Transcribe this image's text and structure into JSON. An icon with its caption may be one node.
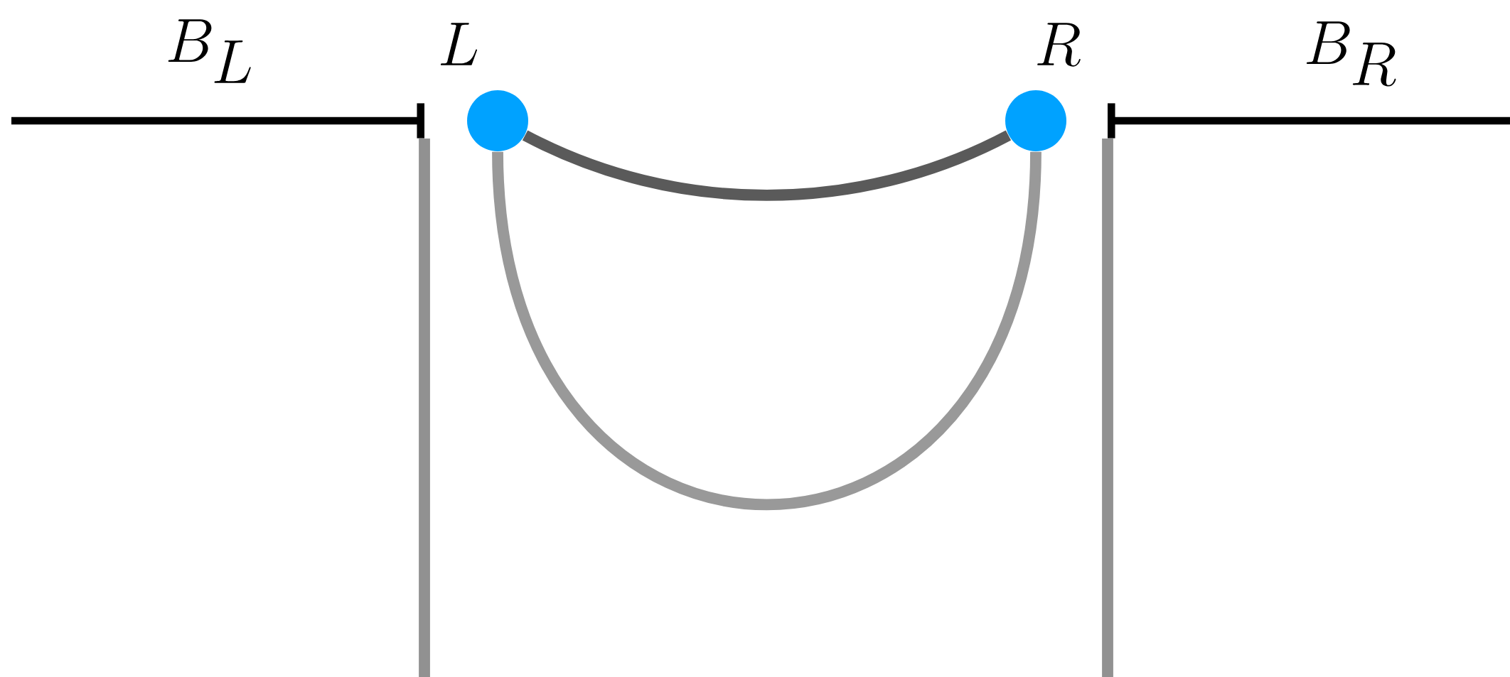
{
  "diagram": {
    "nodes": [
      {
        "text": [
          "L"
        ]
      },
      {
        "text": [
          "R"
        ]
      }
    ],
    "edges": [
      {
        "from": 0,
        "to": 1,
        "arrow": "none",
        "color": "#5a5a5a"
      },
      {
        "from": 0,
        "to": 1,
        "arrow": "none",
        "color": "#999999"
      }
    ],
    "labels": [
      "B_L",
      "B_R"
    ]
  }
}
